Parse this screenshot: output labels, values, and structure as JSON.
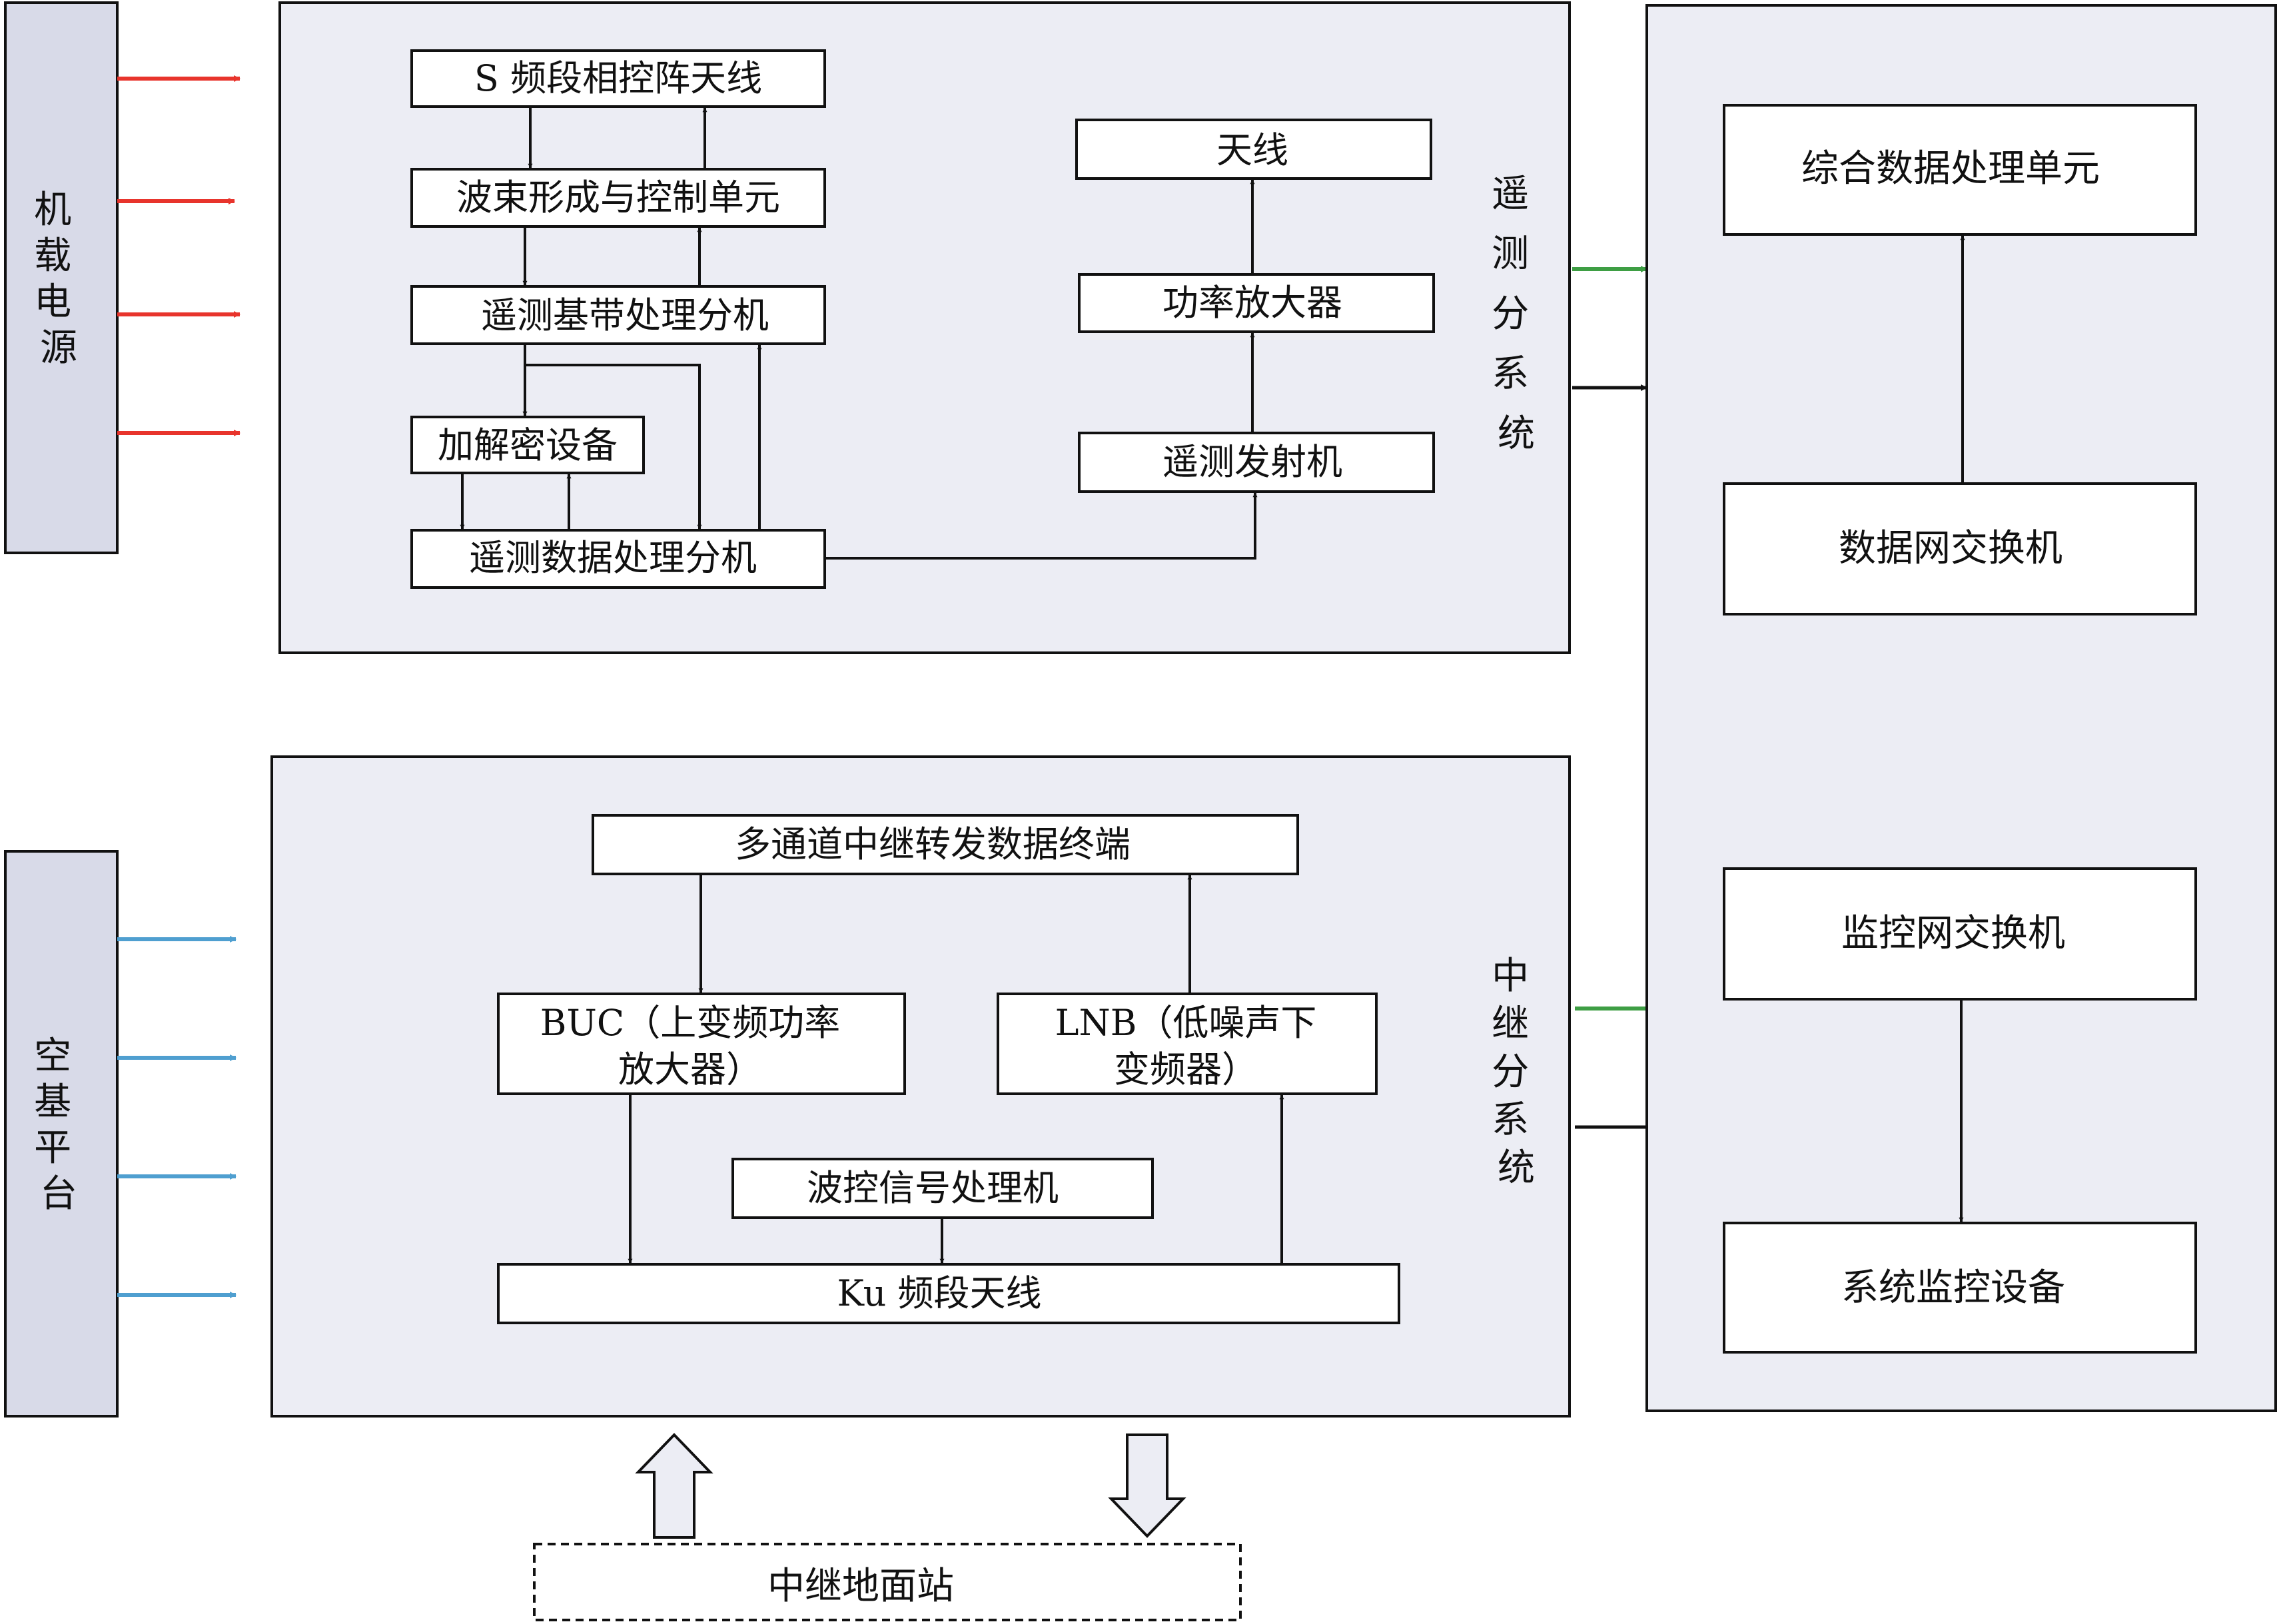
{
  "left_blocks": {
    "power": "机载电源",
    "platform": "空基平台"
  },
  "telemetry": {
    "label": "遥测分系统",
    "s_antenna": "S 频段相控阵天线",
    "beam_unit": "波束形成与控制单元",
    "baseband": "遥测基带处理分机",
    "crypto": "加解密设备",
    "data_proc": "遥测数据处理分机",
    "antenna": "天线",
    "power_amp": "功率放大器",
    "transmitter": "遥测发射机"
  },
  "relay": {
    "label": "中继分系统",
    "terminal": "多通道中继转发数据终端",
    "buc_line1": "BUC（上变频功率",
    "buc_line2": "放大器）",
    "lnb_line1": "LNB（低噪声下",
    "lnb_line2": "变频器）",
    "beam_ctrl": "波控信号处理机",
    "ku_antenna": "Ku 频段天线"
  },
  "right": {
    "integrated": "综合数据处理单元",
    "data_switch": "数据网交换机",
    "monitor_switch": "监控网交换机",
    "monitor_equipment": "系统监控设备"
  },
  "ground_station": "中继地面站",
  "colors": {
    "power_arrow": "#e8342c",
    "platform_arrow": "#4f9fd0",
    "link_arrow": "#3e9e44",
    "panel_fill": "#ecedf4",
    "side_fill": "#d8dae8"
  }
}
